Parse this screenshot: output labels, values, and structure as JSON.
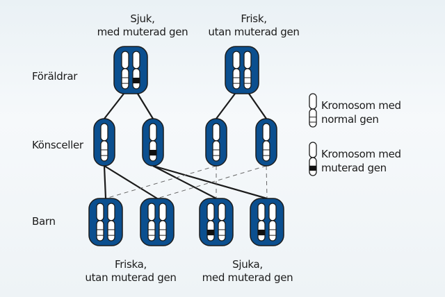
{
  "colors": {
    "cell": "#0b4f8f",
    "outline": "#1b1b1b",
    "mutation": "#111111"
  },
  "rows": {
    "parents": "Föräldrar",
    "gametes": "Könsceller",
    "children": "Barn"
  },
  "parents": [
    {
      "title": "Sjuk,",
      "subtitle": "med muterad gen",
      "alleles": [
        "normal",
        "mutated"
      ]
    },
    {
      "title": "Frisk,",
      "subtitle": "utan muterad gen",
      "alleles": [
        "normal",
        "normal"
      ]
    }
  ],
  "gametes": [
    "normal",
    "mutated",
    "normal",
    "normal"
  ],
  "children": [
    {
      "alleles": [
        "normal",
        "normal"
      ]
    },
    {
      "alleles": [
        "normal",
        "normal"
      ]
    },
    {
      "alleles": [
        "mutated",
        "normal"
      ]
    },
    {
      "alleles": [
        "mutated",
        "normal"
      ]
    }
  ],
  "children_groups": [
    {
      "title": "Friska,",
      "subtitle": "utan muterad gen"
    },
    {
      "title": "Sjuka,",
      "subtitle": "med muterad gen"
    }
  ],
  "legend": [
    {
      "line1": "Kromosom med",
      "line2": "normal gen",
      "type": "normal"
    },
    {
      "line1": "Kromosom med",
      "line2": "muterad gen",
      "type": "mutated"
    }
  ]
}
